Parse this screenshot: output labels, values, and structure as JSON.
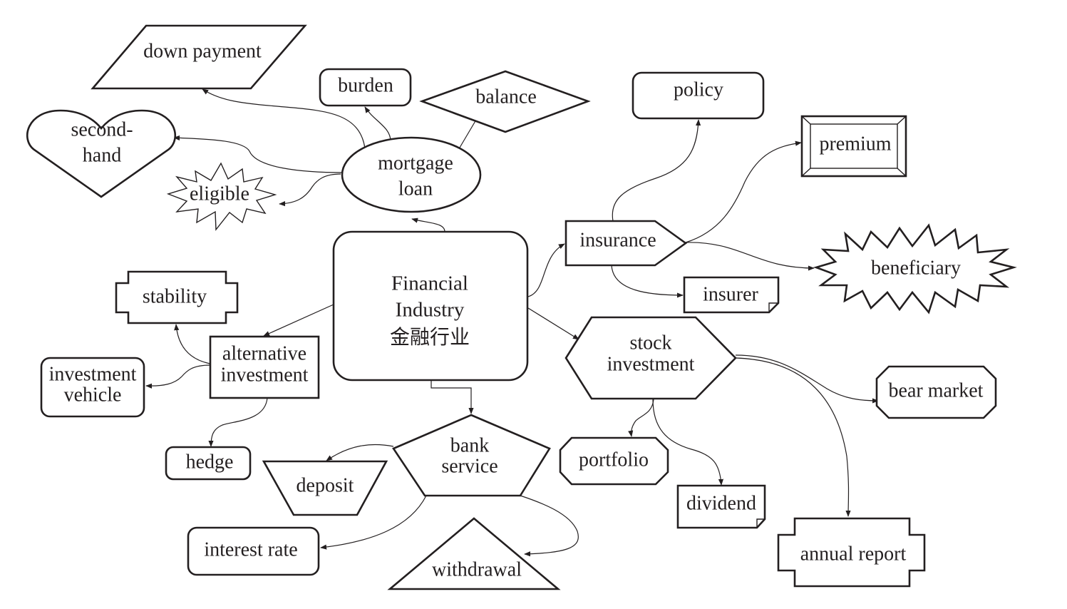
{
  "diagram": {
    "center": {
      "line1": "Financial",
      "line2": "Industry",
      "line3": "金融行业"
    },
    "mortgage": {
      "line1": "mortgage",
      "line2": "loan",
      "down_payment": "down payment",
      "burden": "burden",
      "balance": "balance",
      "second_hand_1": "second-",
      "second_hand_2": "hand",
      "eligible": "eligible"
    },
    "insurance": {
      "label": "insurance",
      "policy": "policy",
      "premium": "premium",
      "beneficiary": "beneficiary",
      "insurer": "insurer"
    },
    "stock": {
      "line1": "stock",
      "line2": "investment",
      "bear_market": "bear market",
      "portfolio": "portfolio",
      "dividend": "dividend",
      "annual_report": "annual report"
    },
    "alternative": {
      "line1": "alternative",
      "line2": "investment",
      "stability": "stability",
      "vehicle_1": "investment",
      "vehicle_2": "vehicle",
      "hedge": "hedge"
    },
    "bank": {
      "line1": "bank",
      "line2": "service",
      "deposit": "deposit",
      "interest_rate": "interest rate",
      "withdrawal": "withdrawal"
    }
  }
}
